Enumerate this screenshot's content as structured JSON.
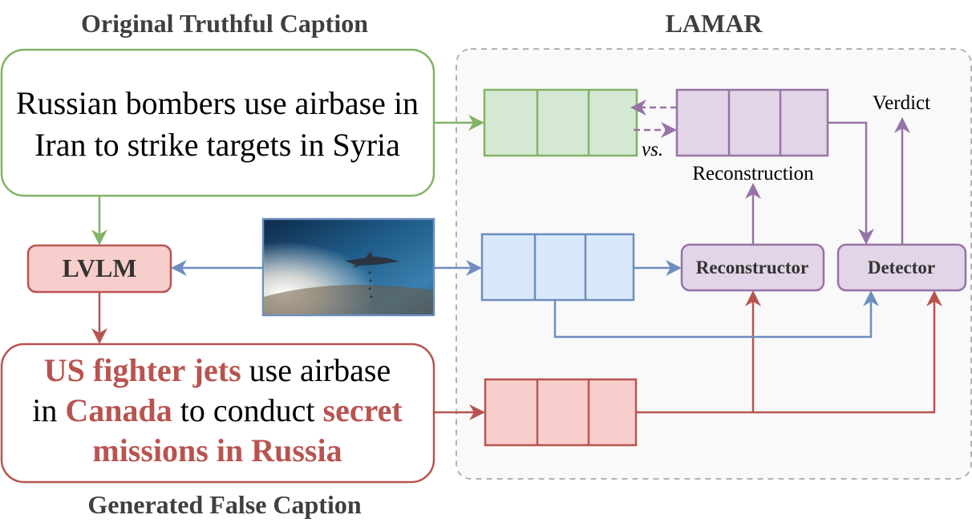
{
  "titles": {
    "top": "Original Truthful Caption",
    "bottom": "Generated False Caption",
    "lamar": "LAMAR"
  },
  "truthful_caption": {
    "line1": "Russian bombers use airbase in",
    "line2": "Iran to strike targets in Syria"
  },
  "false_caption": {
    "line1": [
      {
        "text": "US fighter jets",
        "highlight": true
      },
      {
        "text": " use airbase",
        "highlight": false
      }
    ],
    "line2": [
      {
        "text": "in ",
        "highlight": false
      },
      {
        "text": "Canada",
        "highlight": true
      },
      {
        "text": " to conduct ",
        "highlight": false
      },
      {
        "text": "secret",
        "highlight": true
      }
    ],
    "line3": [
      {
        "text": "missions in Russia",
        "highlight": true
      }
    ]
  },
  "nodes": {
    "lvlm": "LVLM",
    "reconstructor": "Reconstructor",
    "detector": "Detector"
  },
  "labels": {
    "vs": "vs.",
    "reconstruction": "Reconstruction",
    "verdict": "Verdict"
  },
  "image": {
    "icon": "fighter-jet-sky-photo"
  },
  "colors": {
    "green": "#82b366",
    "green_fill": "#d5e8d4",
    "red": "#b85450",
    "red_fill": "#f8cecc",
    "blue": "#6c8ebf",
    "blue_fill": "#dae8fc",
    "purple": "#9673a6",
    "purple_fill": "#e1d5e7",
    "dashed_border": "#b3b3b3"
  }
}
